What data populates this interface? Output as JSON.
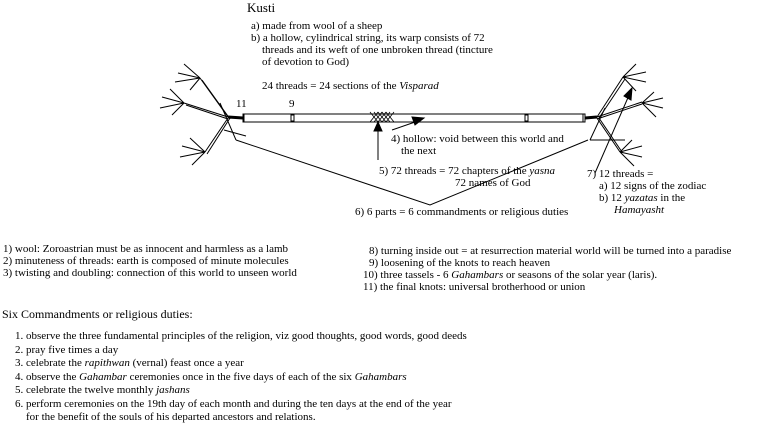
{
  "diagram": {
    "title": "Kusti",
    "top_notes": [
      "a) made from wool of a sheep",
      "b) a hollow, cylindrical string, its warp consists of 72",
      "threads and its weft of one unbroken thread (tincture",
      "of devotion to God)"
    ],
    "threads_24": {
      "text": "24 threads = 24 sections of the ",
      "term": "Visparad"
    },
    "markers": {
      "eleven": "11",
      "nine": "9"
    },
    "note4_line1": "4) hollow: void between this world and",
    "note4_line2": "the next",
    "note5_line1": {
      "text": "5) 72 threads = 72 chapters of the ",
      "term": "yasna"
    },
    "note5_line2": "72 names of God",
    "note6": "6) 6 parts = 6 commandments or religious duties",
    "note7": {
      "line1": "7) 12 threads =",
      "a": "a) 12 signs of the zodiac",
      "b_prefix": "b) 12 ",
      "b_term": "yazatas",
      "b_suffix": " in the",
      "b_term2": "Hamayasht"
    }
  },
  "left_notes": [
    "1) wool: Zoroastrian must be as innocent and harmless as a lamb",
    "2) minuteness of threads: earth is composed of minute molecules",
    "3) twisting and doubling: connection of this world to unseen world"
  ],
  "right_notes": {
    "n8": "8) turning inside out = at resurrection material world will be turned into a paradise",
    "n9": "9) loosening of the knots to reach heaven",
    "n10_prefix": "10) three tassels - 6 ",
    "n10_term": "Gahambars",
    "n10_suffix": " or seasons of the solar year (laris).",
    "n11": "11) the final knots: universal brotherhood or union"
  },
  "commandments": {
    "heading": "Six Commandments or religious duties:",
    "items": {
      "c1": "1. observe the three fundamental principles of the religion, viz good thoughts, good words, good deeds",
      "c2": "2. pray five times a day",
      "c3_prefix": "3. celebrate the ",
      "c3_term": "rapithwan",
      "c3_suffix": " (vernal) feast once a year",
      "c4_prefix": "4. observe the ",
      "c4_term": "Gahambar",
      "c4_mid": " ceremonies once in the five days of each of the six ",
      "c4_term2": "Gahambars",
      "c5_prefix": "5. celebrate the twelve monthly ",
      "c5_term": "jashans",
      "c6_line1": "6. perform ceremonies on the 19th day of each month and during the ten days at the end of the year",
      "c6_line2": "for the benefit of the souls of his departed ancestors and relations."
    }
  }
}
